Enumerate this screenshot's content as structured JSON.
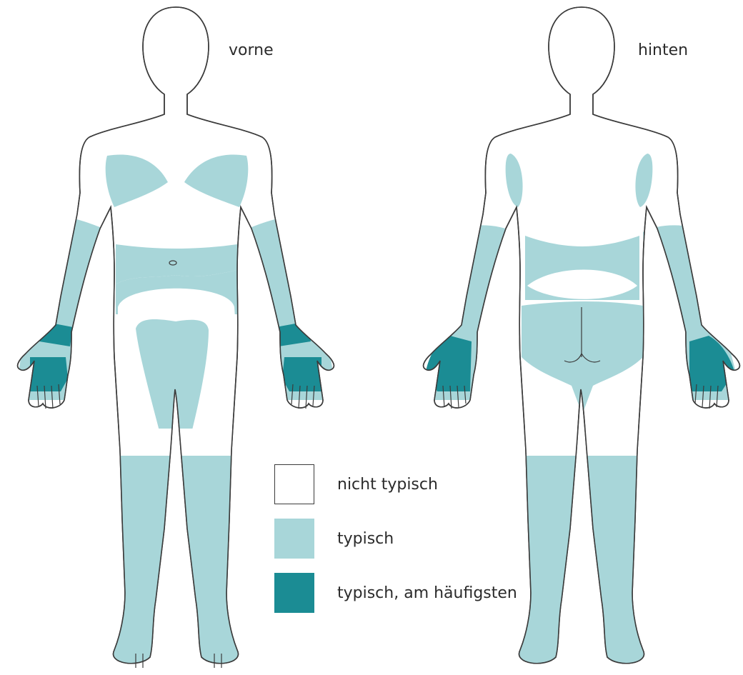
{
  "views": {
    "front_label": "vorne",
    "back_label": "hinten"
  },
  "legend": [
    {
      "label": "nicht typisch",
      "color": "#ffffff"
    },
    {
      "label": "typisch",
      "color": "#a8d6d9"
    },
    {
      "label": "typisch, am häufigsten",
      "color": "#1b8c94"
    }
  ],
  "colors": {
    "outline": "#3b3b3b",
    "light": "#a8d6d9",
    "dark": "#1b8c94"
  }
}
